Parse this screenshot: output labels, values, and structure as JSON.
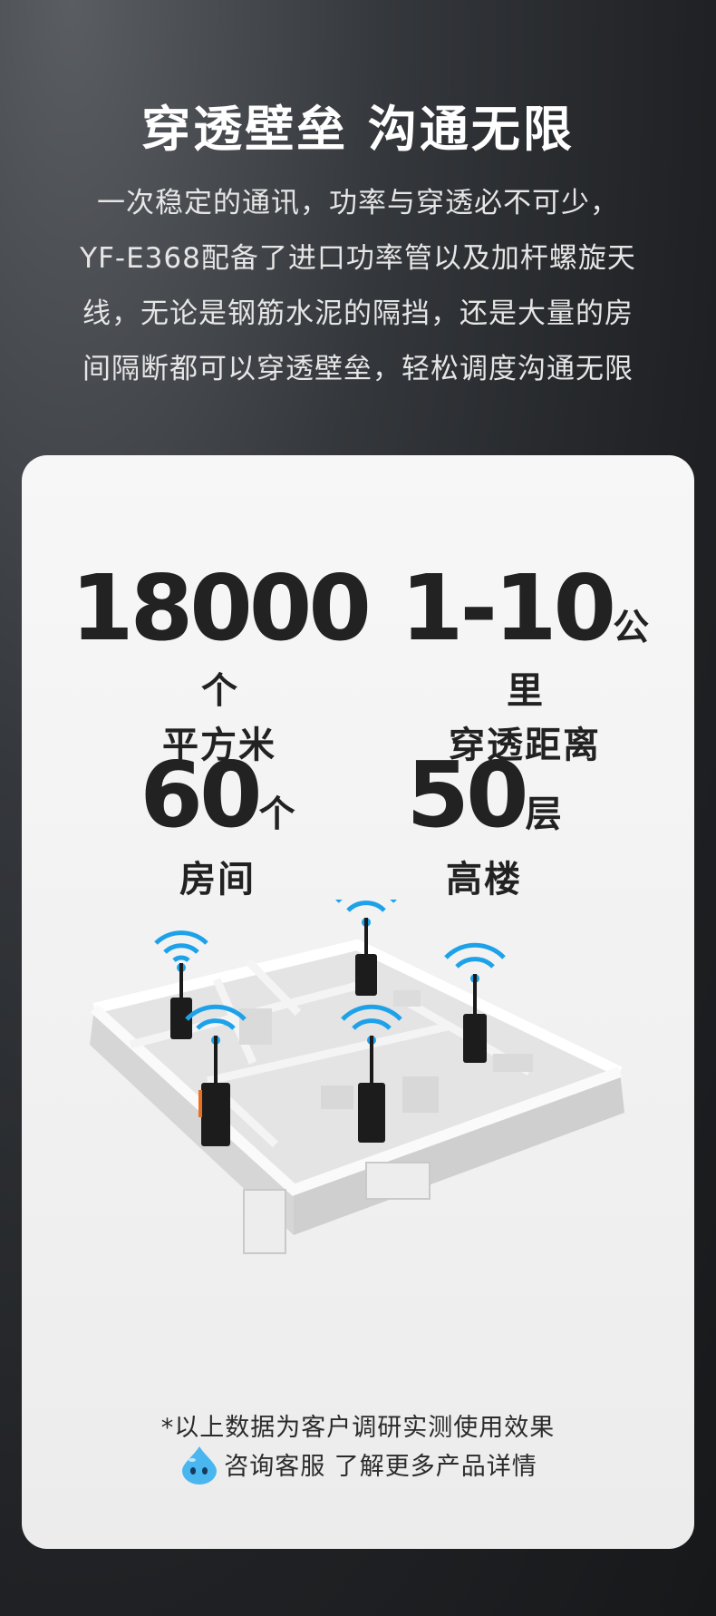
{
  "header": {
    "title": "穿透壁垒 沟通无限",
    "lines": [
      "一次稳定的通讯，功率与穿透必不可少，",
      "YF-E368配备了进口功率管以及加杆螺旋天",
      "线，无论是钢筋水泥的隔挡，还是大量的房",
      "间隔断都可以穿透壁垒，轻松调度沟通无限"
    ]
  },
  "stats": [
    {
      "value": "18000",
      "unit": "个",
      "label": "平方米"
    },
    {
      "value": "1-10",
      "unit": "公里",
      "label": "穿透距离"
    },
    {
      "value": "60",
      "unit": "个",
      "label": "房间"
    },
    {
      "value": "50",
      "unit": "层",
      "label": "高楼"
    }
  ],
  "footer": {
    "disclaimer": "*以上数据为客户调研实测使用效果",
    "consult": "咨询客服 了解更多产品详情"
  },
  "icons": {
    "mascot": "water-drop-mascot-icon",
    "wifi": "wifi-signal-icon",
    "radio": "walkie-talkie-icon"
  },
  "colors": {
    "signal_blue": "#1da2ea",
    "mascot_blue": "#4ab6f0",
    "stat_text": "#222222"
  }
}
